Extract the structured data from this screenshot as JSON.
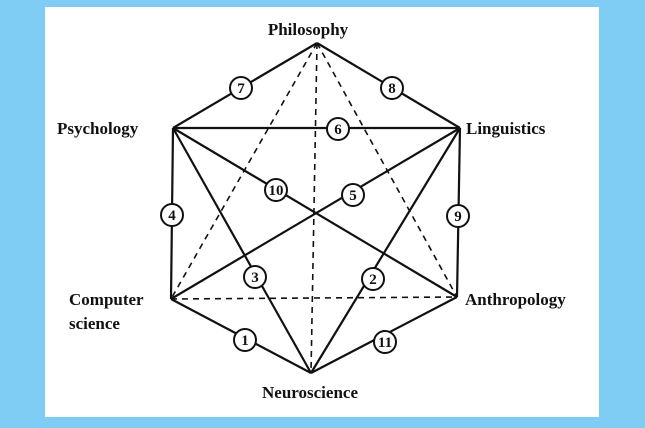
{
  "nodes": [
    {
      "id": "philosophy",
      "label": "Philosophy"
    },
    {
      "id": "linguistics",
      "label": "Linguistics"
    },
    {
      "id": "anthropology",
      "label": "Anthropology"
    },
    {
      "id": "neuroscience",
      "label": "Neuroscience"
    },
    {
      "id": "computer-science",
      "label": "Computer science",
      "lines": [
        "Computer",
        "science"
      ]
    },
    {
      "id": "psychology",
      "label": "Psychology"
    }
  ],
  "edges": [
    {
      "num": "1",
      "from": "computer-science",
      "to": "neuroscience",
      "style": "solid"
    },
    {
      "num": "2",
      "from": "linguistics",
      "to": "neuroscience",
      "style": "solid"
    },
    {
      "num": "3",
      "from": "psychology",
      "to": "neuroscience",
      "style": "solid"
    },
    {
      "num": "4",
      "from": "psychology",
      "to": "computer-science",
      "style": "solid"
    },
    {
      "num": "5",
      "from": "linguistics",
      "to": "computer-science",
      "style": "solid"
    },
    {
      "num": "6",
      "from": "psychology",
      "to": "linguistics",
      "style": "solid"
    },
    {
      "num": "7",
      "from": "philosophy",
      "to": "psychology",
      "style": "solid"
    },
    {
      "num": "8",
      "from": "philosophy",
      "to": "linguistics",
      "style": "solid"
    },
    {
      "num": "9",
      "from": "linguistics",
      "to": "anthropology",
      "style": "solid"
    },
    {
      "num": "10",
      "from": "psychology",
      "to": "anthropology",
      "style": "solid"
    },
    {
      "num": "11",
      "from": "anthropology",
      "to": "neuroscience",
      "style": "solid"
    },
    {
      "num": "",
      "from": "philosophy",
      "to": "computer-science",
      "style": "dashed"
    },
    {
      "num": "",
      "from": "philosophy",
      "to": "anthropology",
      "style": "dashed"
    },
    {
      "num": "",
      "from": "philosophy",
      "to": "neuroscience",
      "style": "dashed"
    },
    {
      "num": "",
      "from": "computer-science",
      "to": "anthropology",
      "style": "dashed"
    }
  ],
  "colors": {
    "background": "#7fcdf5",
    "panel": "#ffffff",
    "ink": "#111111"
  }
}
